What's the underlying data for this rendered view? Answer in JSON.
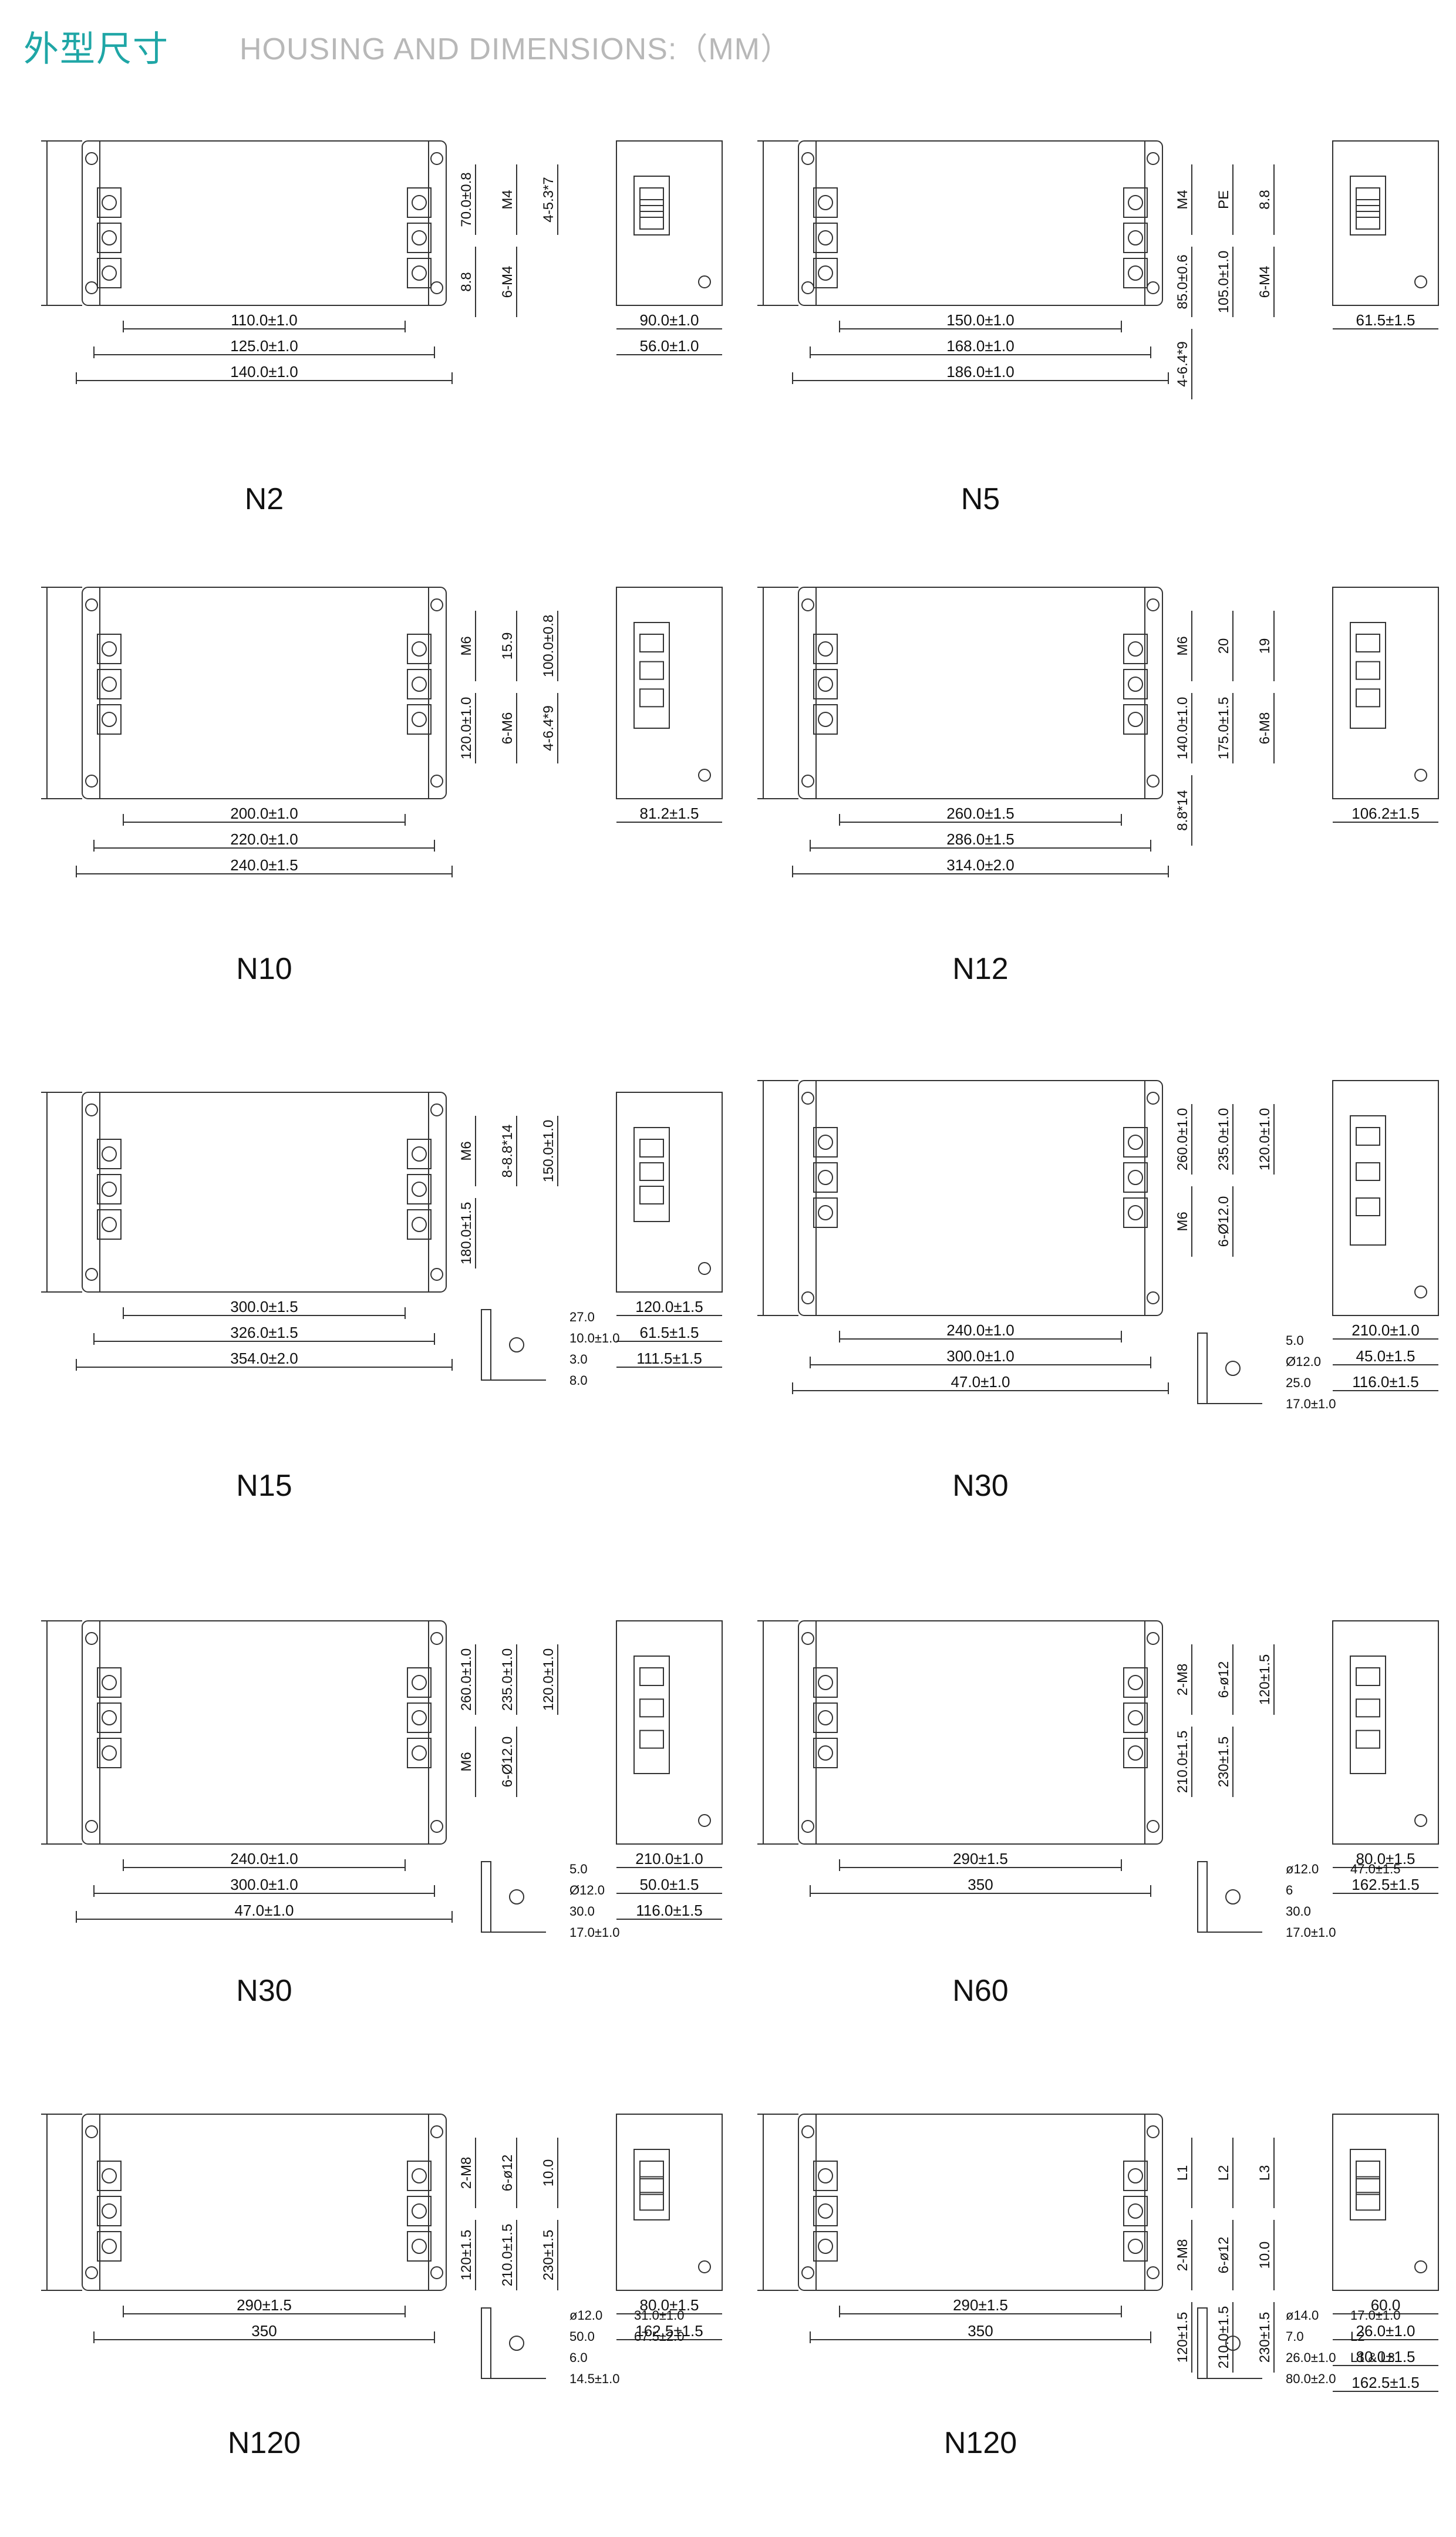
{
  "header": {
    "title_cn": "外型尺寸",
    "title_en": "HOUSING AND DIMENSIONS:（MM）"
  },
  "models": [
    {
      "name": "N2",
      "side_dims": [
        "70.0±0.8",
        "M4",
        "4-5.3*7",
        "8.8",
        "6-M4"
      ],
      "bottom_dims": [
        "110.0±1.0",
        "125.0±1.0",
        "140.0±1.0"
      ],
      "side_view": {
        "height": "90.0±1.0",
        "width": "56.0±1.0"
      }
    },
    {
      "name": "N5",
      "side_dims": [
        "M4",
        "PE",
        "8.8",
        "85.0±0.6",
        "105.0±1.0",
        "6-M4",
        "4-6.4*9"
      ],
      "bottom_dims": [
        "150.0±1.0",
        "168.0±1.0",
        "186.0±1.0"
      ],
      "side_view": {
        "width": "61.5±1.5"
      }
    },
    {
      "name": "N10",
      "side_dims": [
        "M6",
        "15.9",
        "100.0±0.8",
        "120.0±1.0",
        "6-M6",
        "4-6.4*9"
      ],
      "bottom_dims": [
        "200.0±1.0",
        "220.0±1.0",
        "240.0±1.5"
      ],
      "side_view": {
        "width": "81.2±1.5"
      }
    },
    {
      "name": "N12",
      "side_dims": [
        "M6",
        "20",
        "19",
        "140.0±1.0",
        "175.0±1.5",
        "6-M8",
        "8.8*14"
      ],
      "bottom_dims": [
        "260.0±1.5",
        "286.0±1.5",
        "314.0±2.0"
      ],
      "side_view": {
        "width": "106.2±1.5"
      }
    },
    {
      "name": "N15",
      "side_dims": [
        "M6",
        "8-8.8*14",
        "150.0±1.0",
        "180.0±1.5"
      ],
      "bottom_dims": [
        "300.0±1.5",
        "326.0±1.5",
        "354.0±2.0"
      ],
      "side_view": {
        "height": "120.0±1.5",
        "w1": "61.5±1.5",
        "width": "111.5±1.5"
      },
      "bracket": [
        "27.0",
        "10.0±1.0",
        "3.0",
        "8.0"
      ]
    },
    {
      "name": "N30",
      "side_dims": [
        "260.0±1.0",
        "235.0±1.0",
        "120.0±1.0",
        "M6",
        "6-Ø12.0"
      ],
      "bottom_dims": [
        "240.0±1.0",
        "300.0±1.0",
        "47.0±1.0"
      ],
      "side_view": {
        "height": "210.0±1.0",
        "w1": "45.0±1.5",
        "width": "116.0±1.5"
      },
      "bracket": [
        "5.0",
        "Ø12.0",
        "25.0",
        "17.0±1.0"
      ]
    },
    {
      "name": "N30",
      "side_dims": [
        "260.0±1.0",
        "235.0±1.0",
        "120.0±1.0",
        "M6",
        "6-Ø12.0"
      ],
      "bottom_dims": [
        "240.0±1.0",
        "300.0±1.0",
        "47.0±1.0"
      ],
      "side_view": {
        "height": "210.0±1.0",
        "w1": "50.0±1.5",
        "width": "116.0±1.5"
      },
      "bracket": [
        "5.0",
        "Ø12.0",
        "30.0",
        "17.0±1.0"
      ]
    },
    {
      "name": "N60",
      "side_dims": [
        "2-M8",
        "6-ø12",
        "120±1.5",
        "210.0±1.5",
        "230±1.5"
      ],
      "bottom_dims": [
        "290±1.5",
        "350"
      ],
      "side_view": {
        "w1": "80.0±1.5",
        "width": "162.5±1.5"
      },
      "bracket": [
        "ø12.0",
        "6",
        "30.0",
        "17.0±1.0",
        "47.0±1.5"
      ]
    },
    {
      "name": "N120",
      "side_dims": [
        "2-M8",
        "6-ø12",
        "10.0",
        "120±1.5",
        "210.0±1.5",
        "230±1.5"
      ],
      "bottom_dims": [
        "290±1.5",
        "350"
      ],
      "side_view": {
        "w1": "80.0±1.5",
        "width": "162.5±1.5"
      },
      "bracket": [
        "ø12.0",
        "50.0",
        "6.0",
        "14.5±1.0",
        "31.0±1.0",
        "67.5±2.0"
      ]
    },
    {
      "name": "N120",
      "side_dims": [
        "L1",
        "L2",
        "L3",
        "2-M8",
        "6-ø12",
        "10.0",
        "120±1.5",
        "210.0±1.5",
        "230±1.5"
      ],
      "bottom_dims": [
        "290±1.5",
        "350"
      ],
      "side_view": {
        "h1": "60.0",
        "h2": "26.0±1.0",
        "w1": "80.0±1.5",
        "width": "162.5±1.5"
      },
      "bracket": [
        "ø14.0",
        "7.0",
        "26.0±1.0",
        "80.0±2.0",
        "17.0±1.0",
        "L2",
        "L1 & L3"
      ]
    }
  ]
}
